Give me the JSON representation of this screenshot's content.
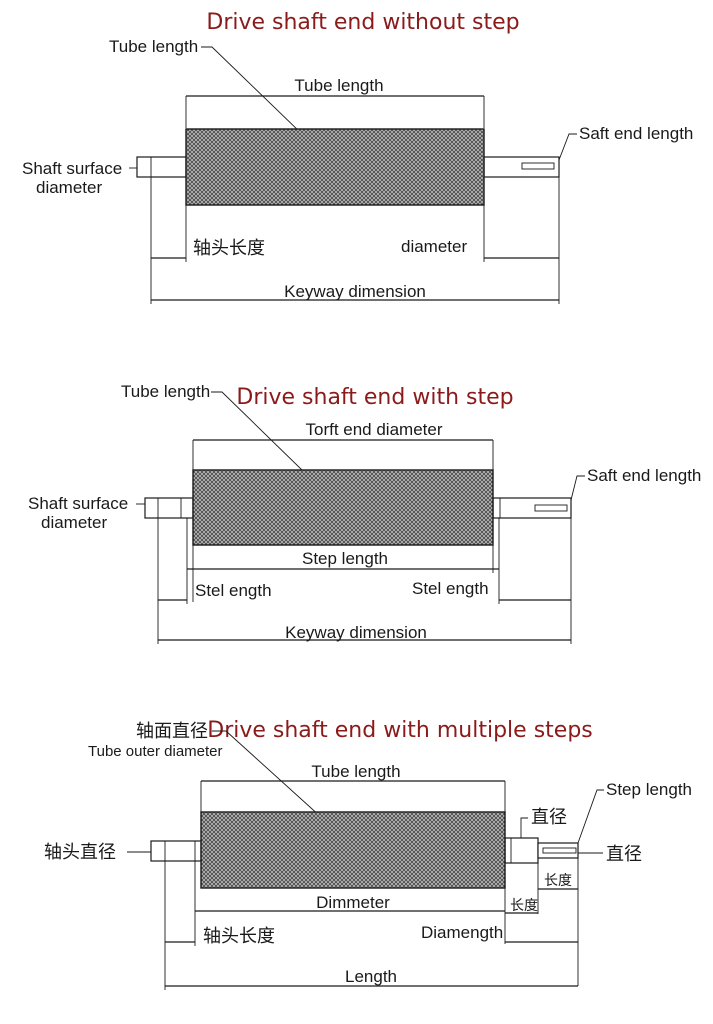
{
  "diagrams": [
    {
      "title": "Drive shaft end without step",
      "labels": {
        "leader_tube": "Tube length",
        "top_dim": "Tube length",
        "right_leader": "Saft end length",
        "left_leader_line1": "Shaft surface",
        "left_leader_line2": "diameter",
        "left_dim": "轴头长度",
        "right_dim": "diameter",
        "bottom_dim": "Keyway dimension"
      }
    },
    {
      "title": "Drive shaft end with step",
      "labels": {
        "leader_tube": "Tube length",
        "top_dim": "Torft end diameter",
        "right_leader": "Saft end length",
        "left_leader_line1": "Shaft surface",
        "left_leader_line2": "diameter",
        "mid_dim": "Step length",
        "left_dim": "Stel ength",
        "right_dim": "Stel ength",
        "bottom_dim": "Keyway dimension"
      }
    },
    {
      "title": "Drive shaft end with multiple steps",
      "labels": {
        "leader_cjk": "轴面直径",
        "leader_tube": "Tube outer diameter",
        "top_dim": "Tube length",
        "right_leader": "Step length",
        "diameter_cjk_1": "直径",
        "diameter_cjk_2": "直径",
        "length_cjk_small_1": "长度",
        "length_cjk_small_2": "长度",
        "left_leader": "轴头直径",
        "mid_dim": "Dimmeter",
        "left_dim": "轴头长度",
        "right_dim": "Diamength",
        "bottom_dim": "Length"
      }
    }
  ]
}
